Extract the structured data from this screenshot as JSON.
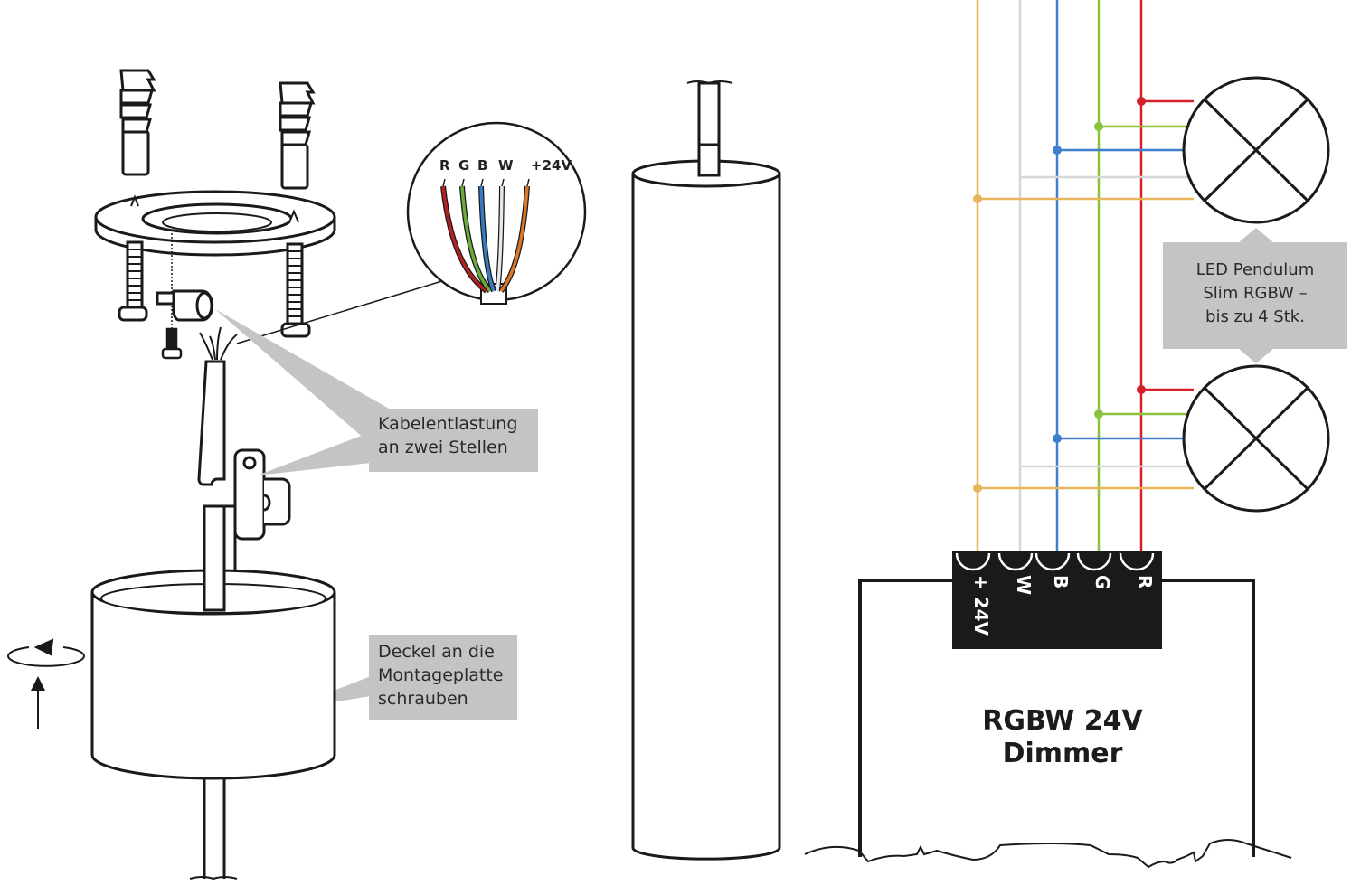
{
  "detail_circle": {
    "wire_labels": [
      "R",
      "G",
      "B",
      "W",
      "+24V"
    ],
    "wire_colors": [
      "#b52020",
      "#6aab3a",
      "#3a7ac4",
      "#e8e8e8",
      "#d9772a"
    ]
  },
  "callouts": {
    "strain_relief": {
      "lines": [
        "Kabelentlastung",
        "an zwei Stellen"
      ]
    },
    "lid": {
      "lines": [
        "Deckel an die",
        "Montageplatte",
        "schrauben"
      ]
    },
    "lamp": {
      "lines": [
        "LED Pendulum",
        "Slim RGBW –",
        "bis zu 4 Stk."
      ]
    }
  },
  "wiring": {
    "terminals": [
      {
        "label": "+ 24V",
        "color": "#e8b55a"
      },
      {
        "label": "W",
        "color": "#d6d6d6"
      },
      {
        "label": "B",
        "color": "#3f7fce"
      },
      {
        "label": "G",
        "color": "#8cc13f"
      },
      {
        "label": "R",
        "color": "#d4202a"
      }
    ],
    "lamp_count_shown": 2
  },
  "dimmer": {
    "title_lines": [
      "RGBW 24V",
      "Dimmer"
    ]
  },
  "colors": {
    "line": "#1a1a1a",
    "callout_bg": "#c4c4c4",
    "terminal_block": "#1a1a1a"
  }
}
